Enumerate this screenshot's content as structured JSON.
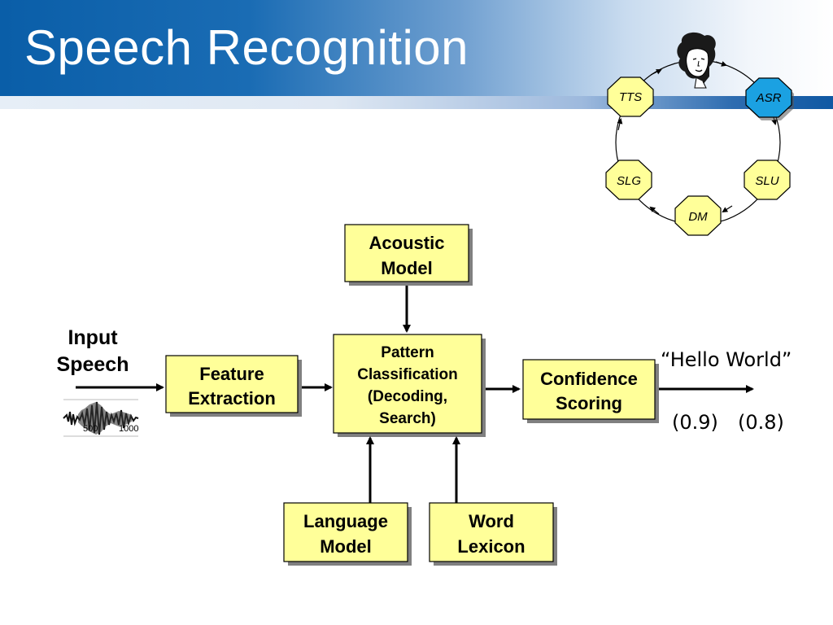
{
  "slide": {
    "title": "Speech Recognition"
  },
  "diagram": {
    "input_label": [
      "Input",
      "Speech"
    ],
    "waveform_ticks": [
      "500",
      "1000"
    ],
    "boxes": {
      "feature_extraction": [
        "Feature",
        "Extraction"
      ],
      "acoustic_model": [
        "Acoustic",
        "Model"
      ],
      "pattern_classification": [
        "Pattern",
        "Classification",
        "(Decoding,",
        "Search)"
      ],
      "confidence_scoring": [
        "Confidence",
        "Scoring"
      ],
      "language_model": [
        "Language",
        "Model"
      ],
      "word_lexicon": [
        "Word",
        "Lexicon"
      ]
    },
    "output_text": "“Hello World”",
    "output_scores": [
      "(0.9)",
      "(0.8)"
    ]
  },
  "cycle": {
    "nodes": [
      "TTS",
      "ASR",
      "SLU",
      "DM",
      "SLG"
    ],
    "active_node": "ASR",
    "colors": {
      "node_fill": "#ffff99",
      "active_fill": "#1ba1e2"
    }
  },
  "colors": {
    "box_fill": "#ffff99",
    "box_shadow": "#808080",
    "header_blue": "#0a5ea8"
  }
}
